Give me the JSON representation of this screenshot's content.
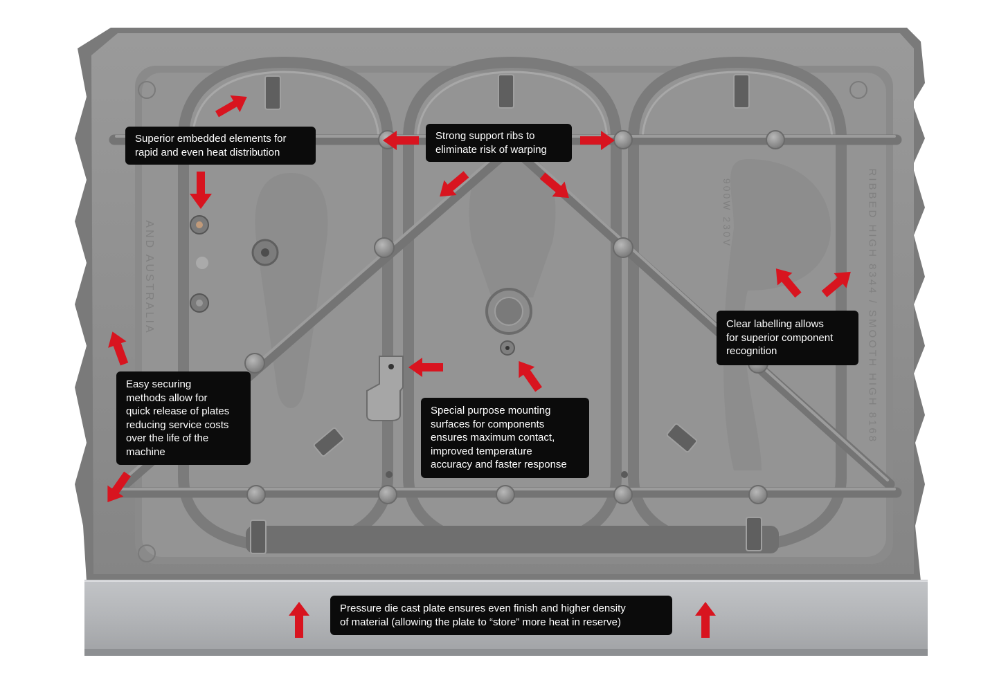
{
  "callouts": {
    "heat_elements": [
      "Superior embedded elements for",
      "rapid and even heat distribution"
    ],
    "support_ribs": [
      "Strong support ribs to",
      "eliminate risk of warping"
    ],
    "labelling": [
      "Clear labelling allows",
      "for superior component",
      "recognition"
    ],
    "securing": [
      "Easy securing",
      "methods allow for",
      "quick release of plates",
      "reducing service costs",
      "over the life of the",
      "machine"
    ],
    "mounting": [
      "Special purpose mounting",
      "surfaces for components",
      "ensures maximum contact,",
      "improved temperature",
      "accuracy and faster response"
    ],
    "die_cast": [
      "Pressure die cast plate ensures even finish and higher density",
      "of material (allowing the plate to “store” more heat in reserve)"
    ]
  },
  "engravings": {
    "left": "AND AUSTRALIA",
    "center": "900W 230V",
    "right": "RIBBED HIGH 8344 / SMOOTH HIGH 8168"
  },
  "colors": {
    "background": "#ffffff",
    "plate": "#8e8e8e",
    "plate_dark": "#6d6d6d",
    "plate_light": "#a7a7a7",
    "callout_bg": "#0b0b0b",
    "callout_text": "#ffffff",
    "arrow": "#d8141f"
  }
}
